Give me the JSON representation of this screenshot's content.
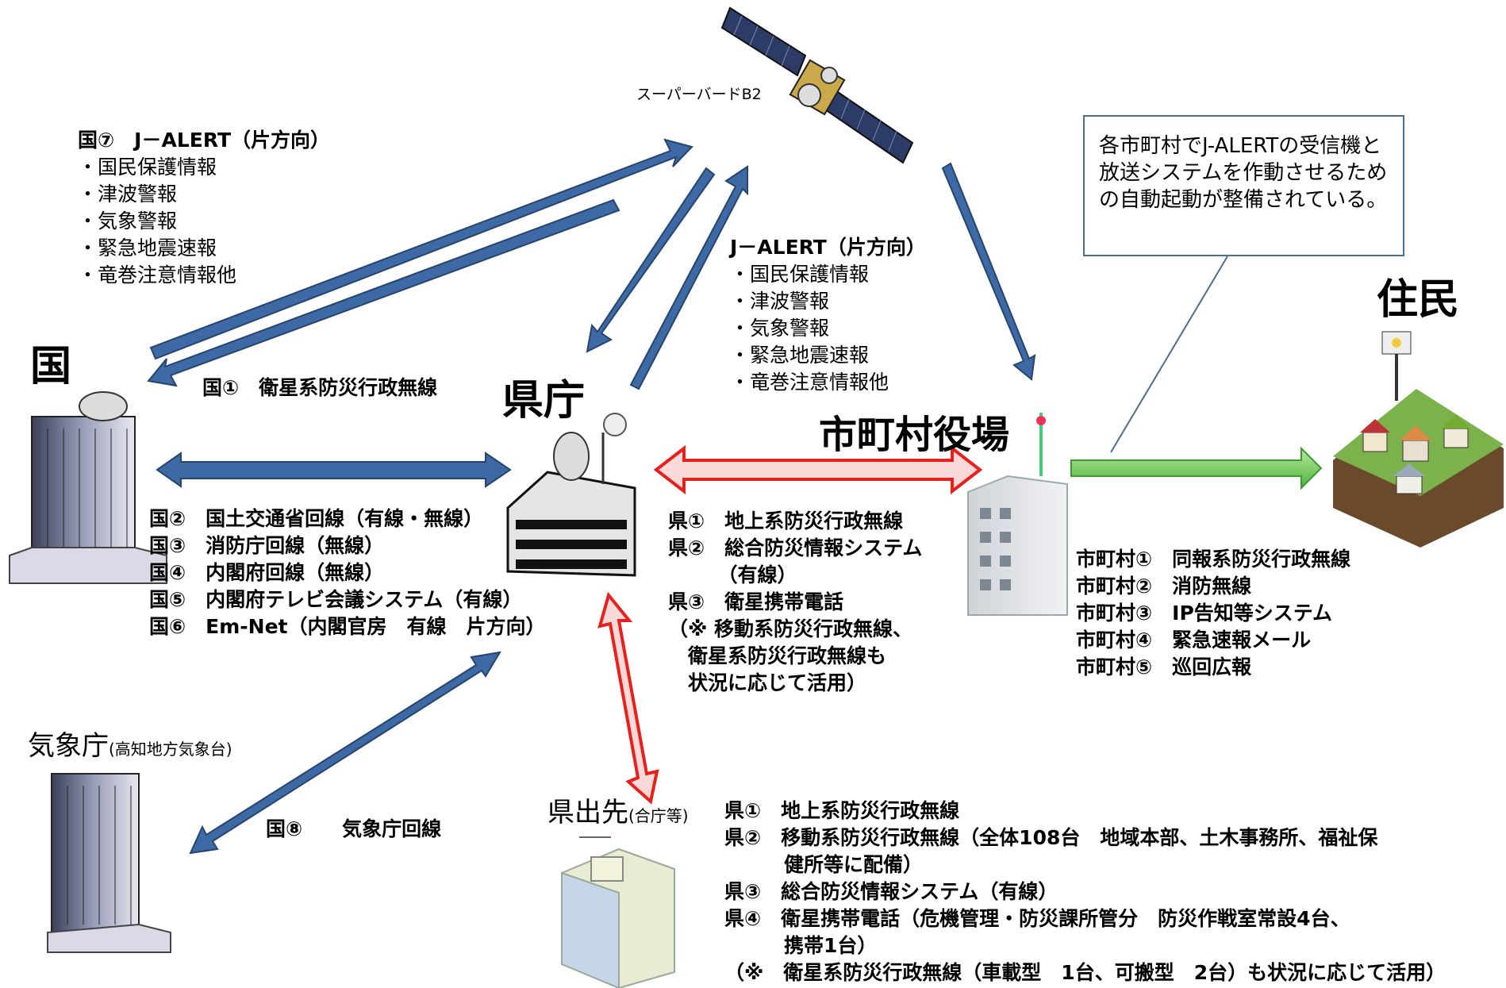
{
  "satellite": {
    "label": "スーパーバードB2"
  },
  "nodes": {
    "kuni": "国",
    "kencho": "県庁",
    "shichoson": "市町村役場",
    "jumin": "住民",
    "kishocho": {
      "name": "気象庁",
      "sub": "(高知地方気象台)"
    },
    "kendesaki": {
      "name": "県出先",
      "sub": "(合庁等)"
    }
  },
  "blocks": {
    "kuni_jalert": [
      "国⑦　J－ALERT（片方向）",
      "・国民保護情報",
      "・津波警報",
      "・気象警報",
      "・緊急地震速報",
      "・竜巻注意情報他"
    ],
    "jalert_city": [
      "J－ALERT（片方向）",
      "・国民保護情報",
      "・津波警報",
      "・気象警報",
      "・緊急地震速報",
      "・竜巻注意情報他"
    ],
    "kuni1": "国①　衛星系防災行政無線",
    "kuni_lines": [
      "国②　国土交通省回線（有線・無線）",
      "国③　消防庁回線（無線）",
      "国④　内閣府回線（無線）",
      "国⑤　内閣府テレビ会議システム（有線）",
      "国⑥　Em-Net（内閣官房　有線　片方向）"
    ],
    "ken_lines": [
      "県①　地上系防災行政無線",
      "県②　総合防災情報システム",
      "　　　（有線）",
      "県③　衛星携帯電話",
      "（※ 移動系防災行政無線、",
      "　衛星系防災行政無線も",
      "　状況に応じて活用）"
    ],
    "city_lines": [
      "市町村①　同報系防災行政無線",
      "市町村②　消防無線",
      "市町村③　IP告知等システム",
      "市町村④　緊急速報メール",
      "市町村⑤　巡回広報"
    ],
    "kuni8": "国⑧　　気象庁回線",
    "desaki_lines": [
      "県①　地上系防災行政無線",
      "県②　移動系防災行政無線（全体108台　地域本部、土木事務所、福祉保",
      "　　　健所等に配備）",
      "県③　総合防災情報システム（有線）",
      "県④　衛星携帯電話（危機管理・防災課所管分　防災作戦室常設4台、",
      "　　　携帯1台）",
      "（※　衛星系防災行政無線（車載型　1台、可搬型　2台）も状況に応じて活用）"
    ]
  },
  "callout": "各市町村でJ-ALERTの受信機と放送システムを作動させるための自動起動が整備されている。",
  "colors": {
    "blue_arrow": "#3d6aa5",
    "red_arrow": "#e8201c",
    "green_arrow": "#5dc24a",
    "callout_border": "#4a6e8f"
  }
}
